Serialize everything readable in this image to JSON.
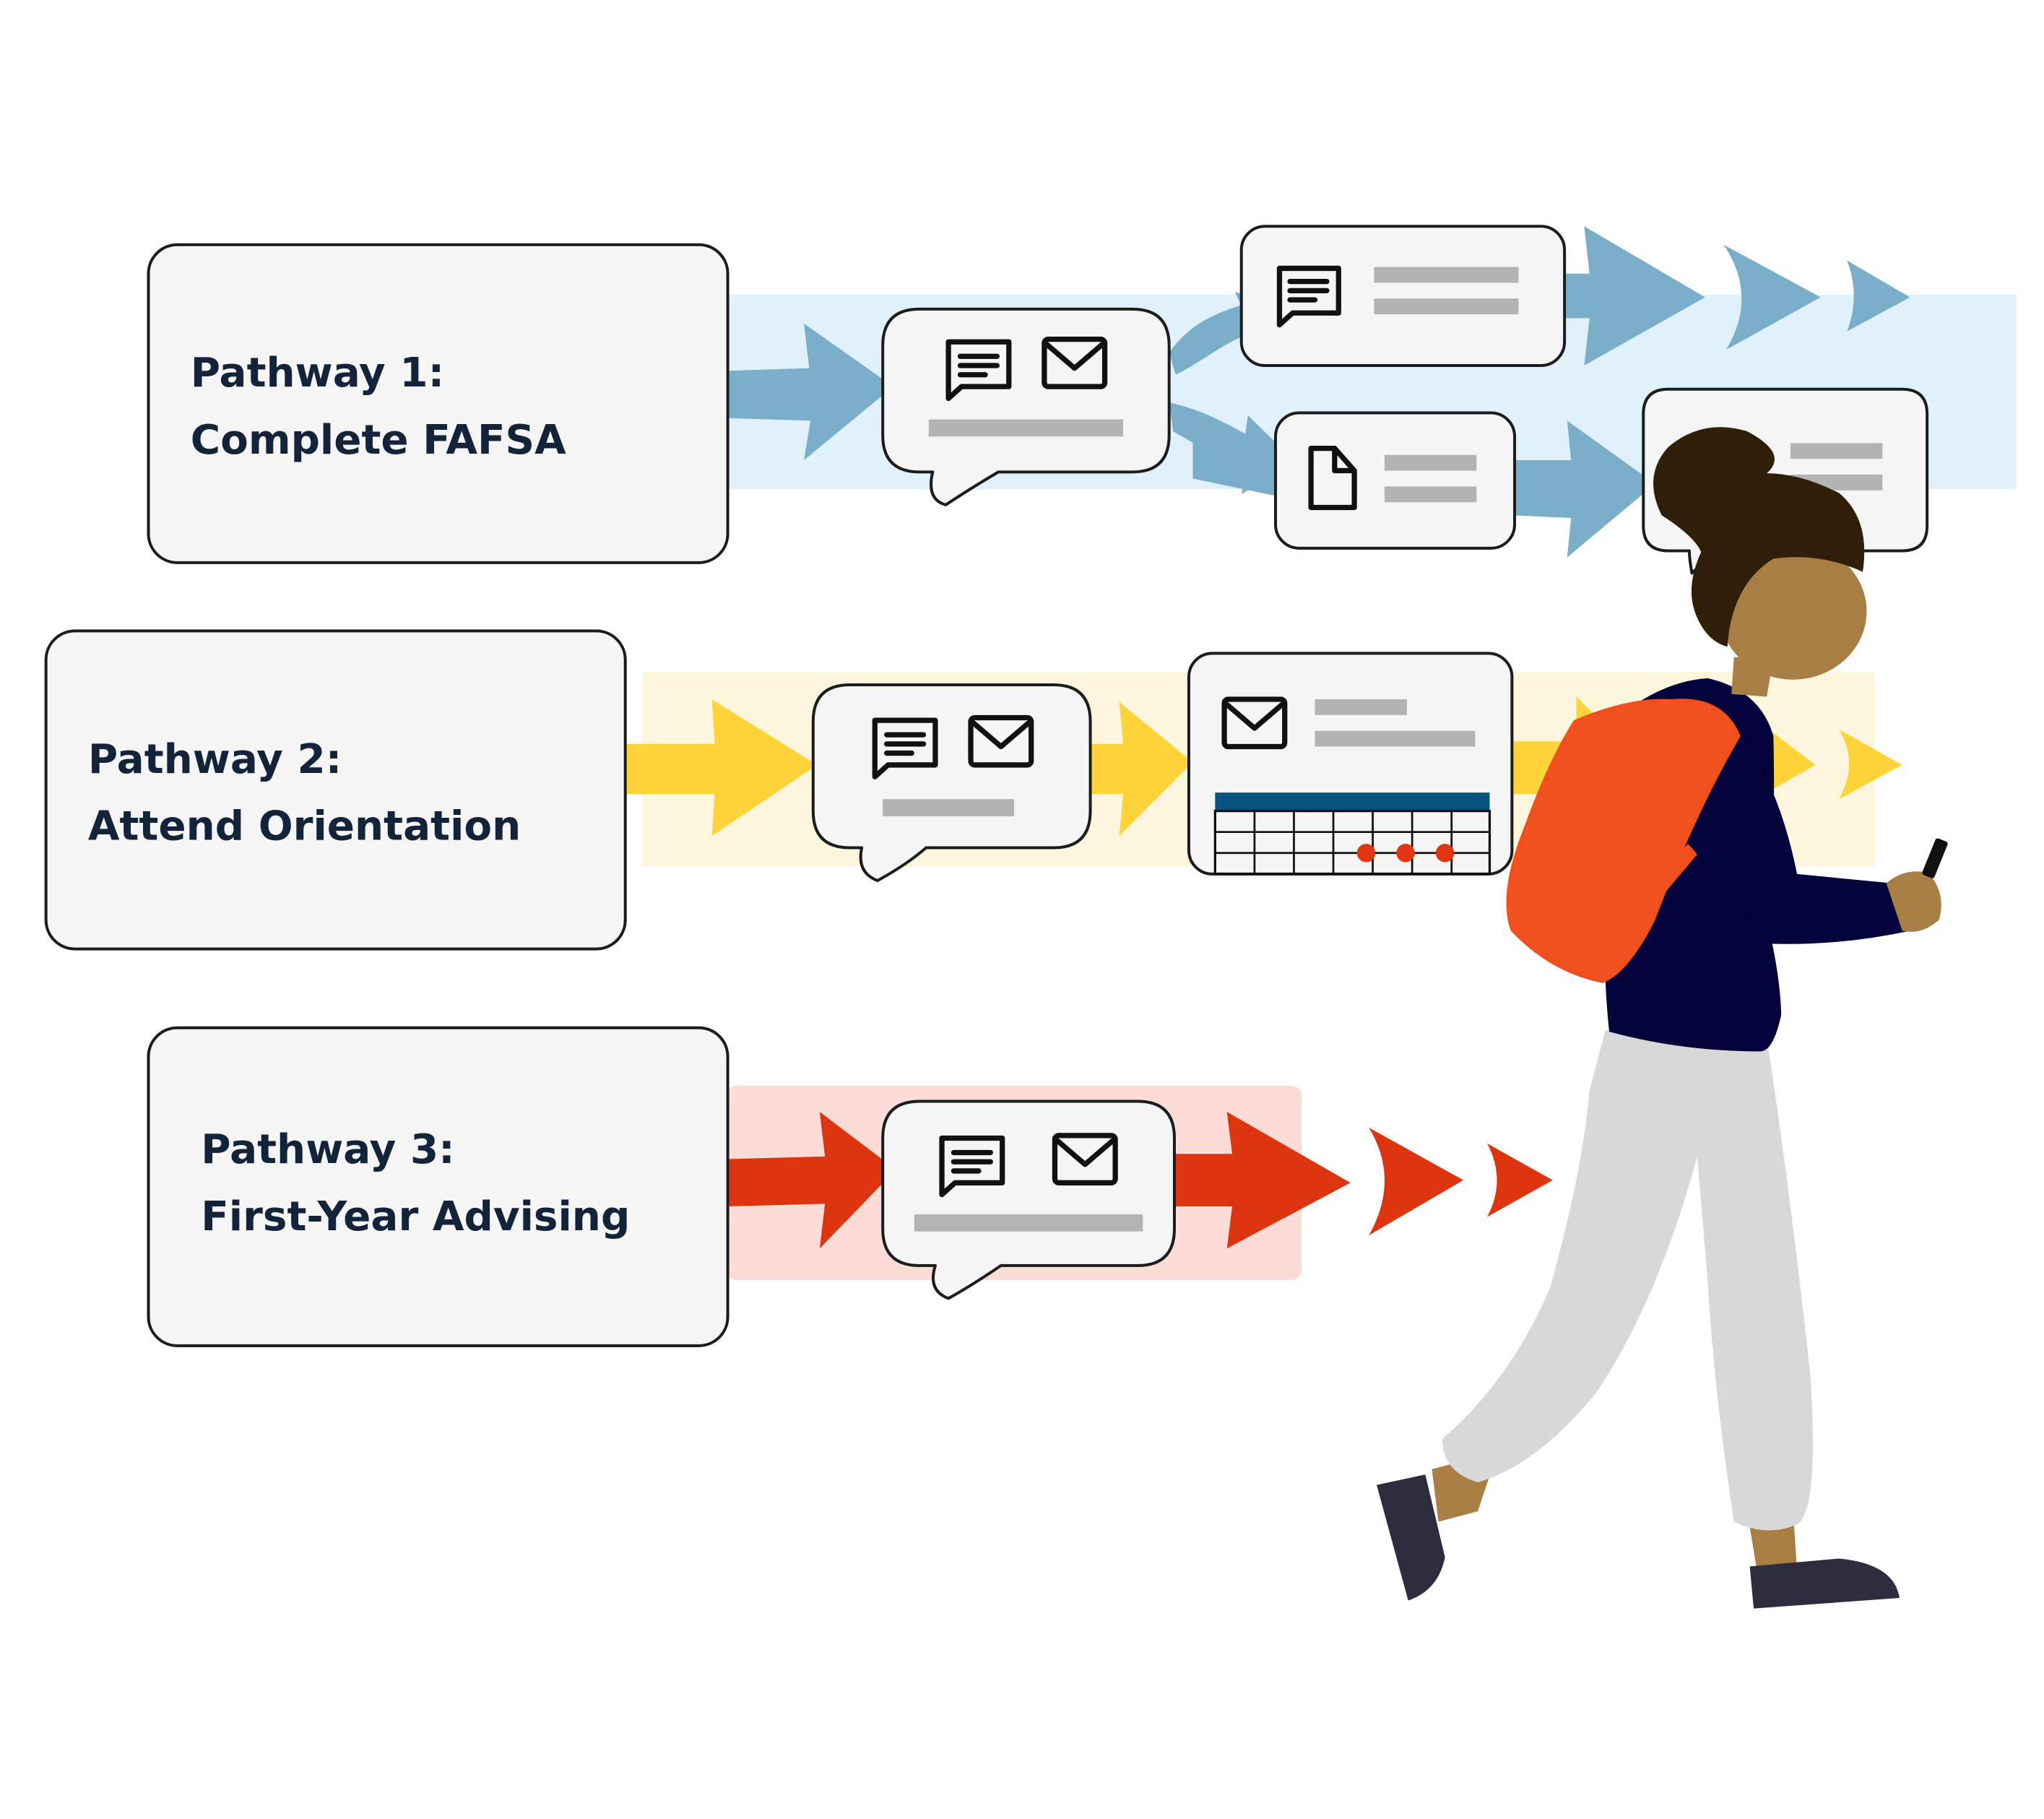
{
  "pathways": [
    {
      "title": "Pathway 1:",
      "subtitle": "Complete FAFSA",
      "band_color": "#e1f1fc",
      "arrow_color": "#7aaec9"
    },
    {
      "title": "Pathway 2:",
      "subtitle": "Attend Orientation",
      "band_color": "#fdf6dc",
      "arrow_color": "#ffd43b"
    },
    {
      "title": "Pathway 3:",
      "subtitle": "First-Year Advising",
      "band_color": "#fbdcd6",
      "arrow_color": "#dd3510"
    }
  ],
  "icons": [
    "chat-icon",
    "envelope-icon",
    "document-icon",
    "calendar-icon"
  ],
  "figure": {
    "hair": "#2f1f08",
    "skin": "#a87e45",
    "backpack": "#f04f1e",
    "sweater": "#04023a",
    "pants": "#d8d8d8",
    "shoes": "#2d2d3f"
  }
}
